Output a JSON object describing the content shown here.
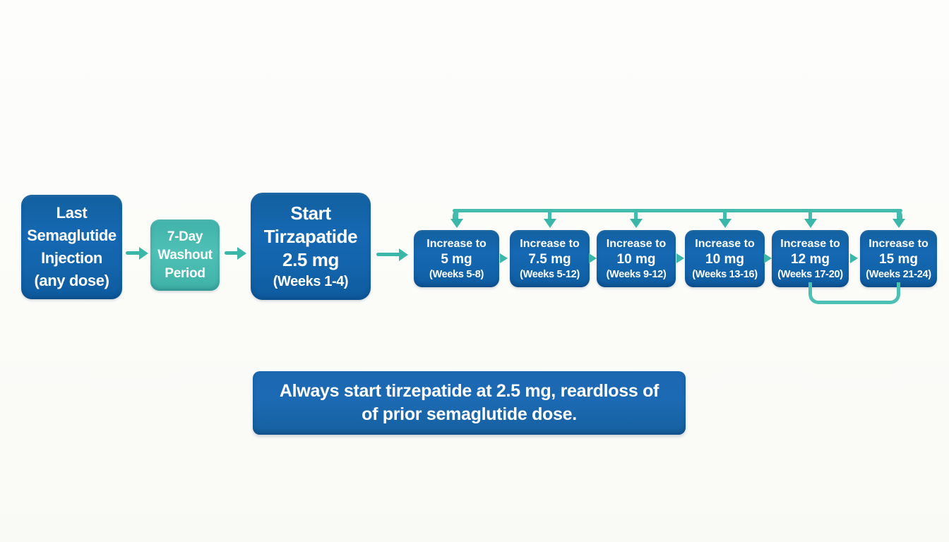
{
  "title": "Semaglutide to Tirzepatide transition flowchart",
  "colors": {
    "box_blue": "#1264ab",
    "box_teal": "#4fc0b6",
    "banner_blue": "#1b67b0",
    "arrow_teal": "#3ab7a9",
    "text_white": "#ffffff",
    "background": "#fbfbf9"
  },
  "flow": {
    "node1": {
      "l1": "Last",
      "l2": "Semaglutide",
      "l3": "Injection",
      "l4": "(any dose)"
    },
    "node2": {
      "l1": "7-Day",
      "l2": "Washout",
      "l3": "Period"
    },
    "node3": {
      "l1": "Start",
      "l2": "Tirzapatide",
      "l3": "2.5 mg",
      "l4": "(Weeks 1-4)"
    },
    "steps": [
      {
        "label": "Increase to",
        "dose": "5 mg",
        "weeks": "(Weeks 5-8)"
      },
      {
        "label": "Increase to",
        "dose": "7.5 mg",
        "weeks": "(Weeks 5-12)"
      },
      {
        "label": "Increase to",
        "dose": "10 mg",
        "weeks": "(Weeks 9-12)"
      },
      {
        "label": "Increase to",
        "dose": "10 mg",
        "weeks": "(Weeks 13-16)"
      },
      {
        "label": "Increase to",
        "dose": "12 mg",
        "weeks": "(Weeks 17-20)"
      },
      {
        "label": "Increase to",
        "dose": "15 mg",
        "weeks": "(Weeks 21-24)"
      }
    ]
  },
  "banner": {
    "line1": "Always start tirzepatide at 2.5 mg, reardloss of",
    "line2": "of prior semaglutide dose."
  }
}
